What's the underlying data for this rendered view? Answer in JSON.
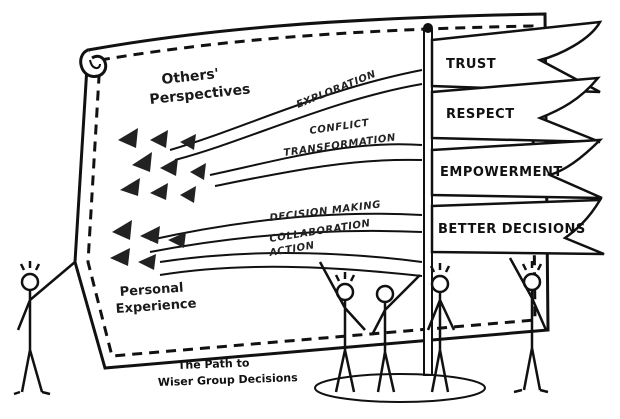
{
  "left_labels": {
    "others_line1": "Others'",
    "others_line2": "Perspectives",
    "personal_line1": "Personal",
    "personal_line2": "Experience"
  },
  "bands": {
    "exploration": "EXPLORATION",
    "conflict": "CONFLICT",
    "transformation": "TRANSFORMATION",
    "decision_making": "DECISION MAKING",
    "collaboration": "COLLABORATION",
    "action": "ACTION"
  },
  "banners": [
    "TRUST",
    "RESPECT",
    "EMPOWERMENT",
    "BETTER DECISIONS"
  ],
  "caption": {
    "line1": "The Path to",
    "line2": "Wiser Group Decisions"
  }
}
